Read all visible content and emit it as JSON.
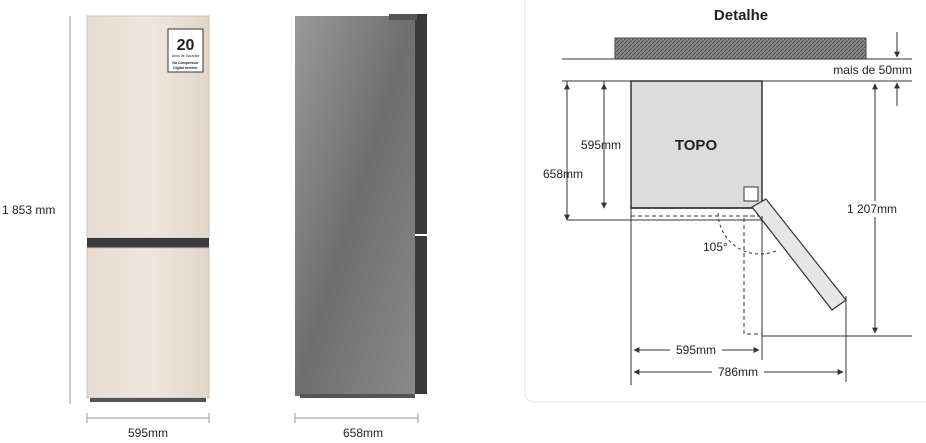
{
  "front_view": {
    "height_label": "1 853 mm",
    "width_label": "595mm",
    "badge": {
      "number": "20",
      "line1": "Anos de Garantia",
      "line2": "No Compressor",
      "line3": "Digital Inverter"
    }
  },
  "side_view": {
    "depth_label": "658mm"
  },
  "detail": {
    "title": "Detalhe",
    "top_label": "TOPO",
    "clearance_label": "mais de 50mm",
    "depth_label": "595mm",
    "depth_with_door_label": "658mm",
    "door_reach_label": "1 207mm",
    "angle_label": "105°",
    "bottom_width_label": "595mm",
    "bottom_total_label": "786mm"
  },
  "colors": {
    "fridge_body": "#ebe2d8",
    "fridge_handle": "#3b3b3b",
    "side_body": "#7a7a7a",
    "line": "#333333",
    "detail_fill": "#dcdcdc",
    "wall_fill": "#777777"
  }
}
